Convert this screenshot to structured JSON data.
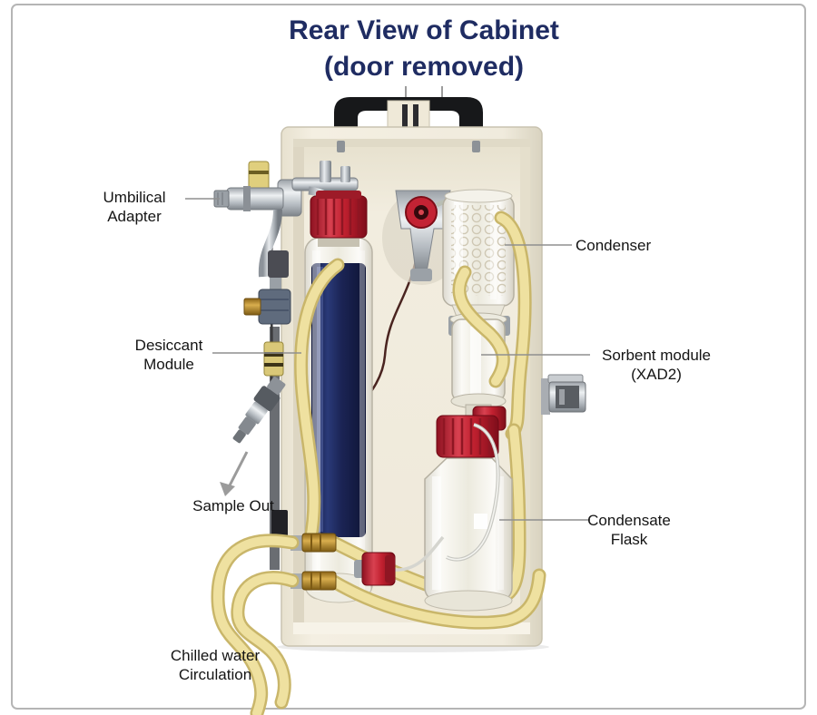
{
  "title": {
    "text": "Rear View of Cabinet\n(door removed)"
  },
  "labels": {
    "umbilical_adapter": "Umbilical\nAdapter",
    "condenser": "Condenser",
    "desiccant_module": "Desiccant\nModule",
    "sorbent_module": "Sorbent module\n(XAD2)",
    "sample_out": "Sample Out",
    "condensate_flask": "Condensate\nFlask",
    "chilled_water": "Chilled water\nCirculation"
  },
  "colors": {
    "title_navy": "#1f2c62",
    "label_text": "#141414",
    "leader_line": "#8f8f8f",
    "cabinet_cream": "#f0ebdd",
    "cabinet_edge": "#d8d2bf",
    "handle_black": "#17181a",
    "red_cap": "#c02130",
    "desiccant_blue": "#1f2a5c",
    "tubing_yellow": "#efe1a0",
    "tubing_outline": "#cdb96a",
    "brass": "#b9892f",
    "chrome": "#c2c7cc",
    "frame_border": "#b5b5b5"
  }
}
